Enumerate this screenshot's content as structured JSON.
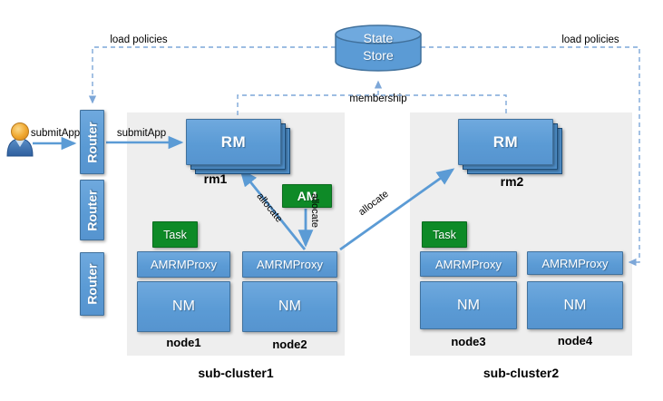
{
  "diagram": {
    "state_store": {
      "line1": "State",
      "line2": "Store"
    },
    "labels": {
      "load_policies_left": "load policies",
      "load_policies_right": "load policies",
      "membership": "membership",
      "submit_app_user": "submitApp",
      "submit_app_router": "submitApp",
      "allocate_to_rm1": "allocate",
      "allocate_from_am": "allocate",
      "allocate_to_rm2": "allocate"
    },
    "routers": [
      {
        "label": "Router"
      },
      {
        "label": "Router"
      },
      {
        "label": "Router"
      }
    ],
    "sub_clusters": [
      {
        "name": "sub-cluster1",
        "rm_label": "RM",
        "rm_name": "rm1",
        "am_label": "AM",
        "task_label": "Task",
        "nodes": [
          {
            "name": "node1",
            "proxy": "AMRMProxy",
            "nm": "NM"
          },
          {
            "name": "node2",
            "proxy": "AMRMProxy",
            "nm": "NM"
          }
        ]
      },
      {
        "name": "sub-cluster2",
        "rm_label": "RM",
        "rm_name": "rm2",
        "task_label": "Task",
        "nodes": [
          {
            "name": "node3",
            "proxy": "AMRMProxy",
            "nm": "NM"
          },
          {
            "name": "node4",
            "proxy": "AMRMProxy",
            "nm": "NM"
          }
        ]
      }
    ],
    "colors": {
      "box_blue": "#5b9bd5",
      "box_border": "#41719c",
      "stack_back_blue": "#4f8fca",
      "green": "#0e8a27",
      "dashed_line": "#7da7d8",
      "solid_arrow": "#5b9bd5",
      "panel_gray": "#eeeeee"
    }
  }
}
